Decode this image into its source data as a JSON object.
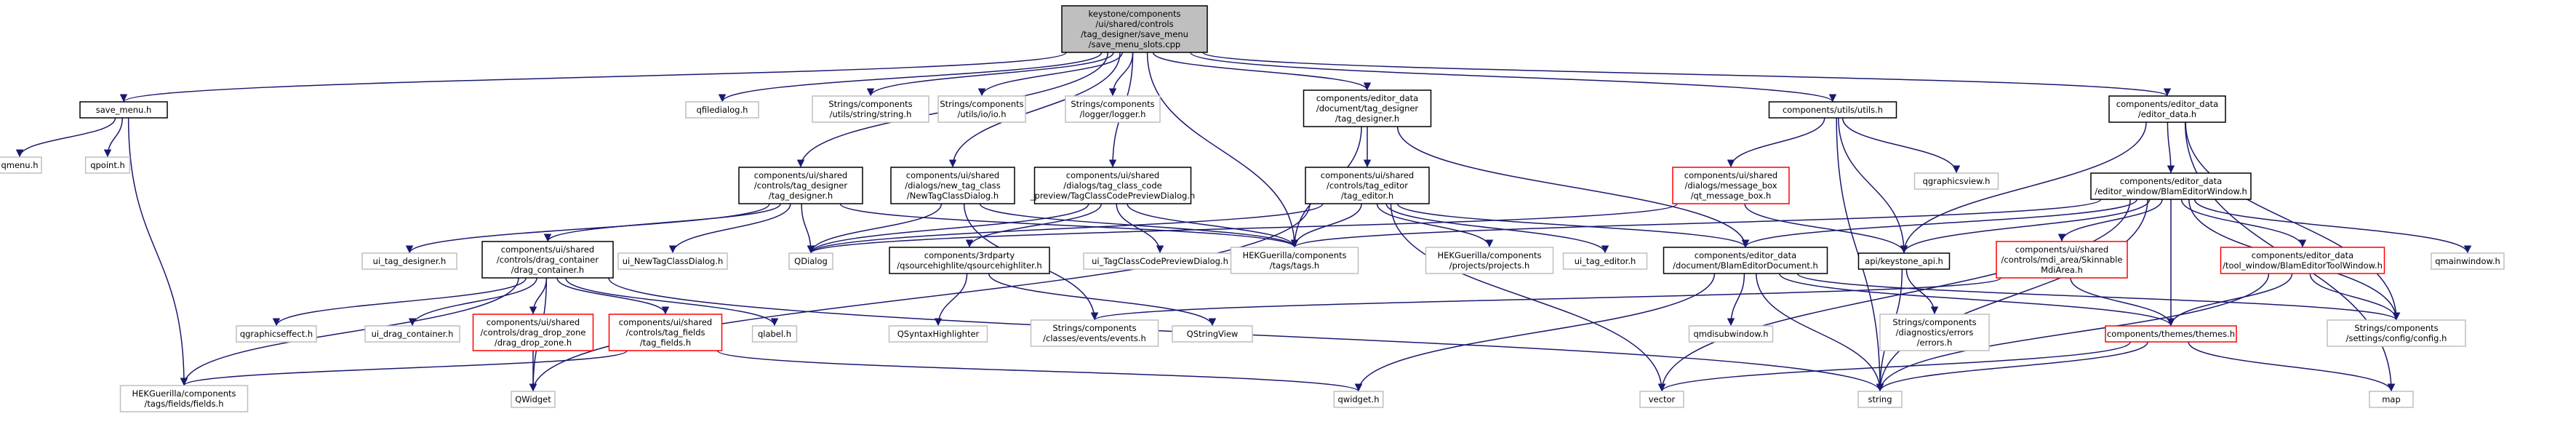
{
  "graph": {
    "nodes": [
      {
        "id": "root",
        "kind": "root",
        "label": [
          "keystone/components",
          "/ui/shared/controls",
          "/tag_designer/save_menu",
          "/save_menu_slots.cpp"
        ]
      },
      {
        "id": "save_menu",
        "kind": "normal",
        "label": [
          "save_menu.h"
        ]
      },
      {
        "id": "qfiledialog",
        "kind": "external",
        "label": [
          "qfiledialog.h"
        ]
      },
      {
        "id": "string_h",
        "kind": "external",
        "label": [
          "Strings/components",
          "/utils/string/string.h"
        ]
      },
      {
        "id": "io_h",
        "kind": "external",
        "label": [
          "Strings/components",
          "/utils/io/io.h"
        ]
      },
      {
        "id": "logger_h",
        "kind": "external",
        "label": [
          "Strings/components",
          "/logger/logger.h"
        ]
      },
      {
        "id": "ed_tag_designer",
        "kind": "normal",
        "label": [
          "components/editor_data",
          "/document/tag_designer",
          "/tag_designer.h"
        ]
      },
      {
        "id": "utils_h",
        "kind": "normal",
        "label": [
          "components/utils/utils.h"
        ]
      },
      {
        "id": "editor_data_h",
        "kind": "normal",
        "label": [
          "components/editor_data",
          "/editor_data.h"
        ]
      },
      {
        "id": "qmenu",
        "kind": "external",
        "label": [
          "qmenu.h"
        ]
      },
      {
        "id": "qpoint",
        "kind": "external",
        "label": [
          "qpoint.h"
        ]
      },
      {
        "id": "ui_tag_designer_h",
        "kind": "normal",
        "label": [
          "components/ui/shared",
          "/controls/tag_designer",
          "/tag_designer.h"
        ]
      },
      {
        "id": "new_tag_dialog",
        "kind": "normal",
        "label": [
          "components/ui/shared",
          "/dialogs/new_tag_class",
          "/NewTagClassDialog.h"
        ]
      },
      {
        "id": "preview_dialog",
        "kind": "normal",
        "label": [
          "components/ui/shared",
          "/dialogs/tag_class_code",
          "_preview/TagClassCodePreviewDialog.h"
        ]
      },
      {
        "id": "tag_editor_h",
        "kind": "normal",
        "label": [
          "components/ui/shared",
          "/controls/tag_editor",
          "/tag_editor.h"
        ]
      },
      {
        "id": "message_box",
        "kind": "red",
        "label": [
          "components/ui/shared",
          "/dialogs/message_box",
          "/qt_message_box.h"
        ]
      },
      {
        "id": "qgraphicsview",
        "kind": "external",
        "label": [
          "qgraphicsview.h"
        ]
      },
      {
        "id": "blam_window",
        "kind": "normal",
        "label": [
          "components/editor_data",
          "/editor_window/BlamEditorWindow.h"
        ]
      },
      {
        "id": "ui_tag_designer",
        "kind": "external",
        "label": [
          "ui_tag_designer.h"
        ]
      },
      {
        "id": "drag_container",
        "kind": "normal",
        "label": [
          "components/ui/shared",
          "/controls/drag_container",
          "/drag_container.h"
        ]
      },
      {
        "id": "ui_newtag",
        "kind": "external",
        "label": [
          "ui_NewTagClassDialog.h"
        ]
      },
      {
        "id": "qdialog",
        "kind": "external",
        "label": [
          "QDialog"
        ]
      },
      {
        "id": "qsource_hl",
        "kind": "normal",
        "label": [
          "components/3rdparty",
          "/qsourcehighlite/qsourcehighliter.h"
        ]
      },
      {
        "id": "ui_preview",
        "kind": "external",
        "label": [
          "ui_TagClassCodePreviewDialog.h"
        ]
      },
      {
        "id": "tags_h",
        "kind": "external",
        "label": [
          "HEKGuerilla/components",
          "/tags/tags.h"
        ]
      },
      {
        "id": "projects_h",
        "kind": "external",
        "label": [
          "HEKGuerilla/components",
          "/projects/projects.h"
        ]
      },
      {
        "id": "ui_tag_editor",
        "kind": "external",
        "label": [
          "ui_tag_editor.h"
        ]
      },
      {
        "id": "blam_doc",
        "kind": "normal",
        "label": [
          "components/editor_data",
          "/document/BlamEditorDocument.h"
        ]
      },
      {
        "id": "keystone_api",
        "kind": "normal",
        "label": [
          "api/keystone_api.h"
        ]
      },
      {
        "id": "skinnable",
        "kind": "red",
        "label": [
          "components/ui/shared",
          "/controls/mdi_area/Skinnable",
          "MdiArea.h"
        ]
      },
      {
        "id": "tool_window",
        "kind": "red",
        "label": [
          "components/editor_data",
          "/tool_window/BlamEditorToolWindow.h"
        ]
      },
      {
        "id": "qmainwindow",
        "kind": "external",
        "label": [
          "qmainwindow.h"
        ]
      },
      {
        "id": "qgraphicseffect",
        "kind": "external",
        "label": [
          "qgraphicseffect.h"
        ]
      },
      {
        "id": "ui_drag_container",
        "kind": "external",
        "label": [
          "ui_drag_container.h"
        ]
      },
      {
        "id": "drag_drop_zone",
        "kind": "red",
        "label": [
          "components/ui/shared",
          "/controls/drag_drop_zone",
          "/drag_drop_zone.h"
        ]
      },
      {
        "id": "tag_fields",
        "kind": "red",
        "label": [
          "components/ui/shared",
          "/controls/tag_fields",
          "/tag_fields.h"
        ]
      },
      {
        "id": "qlabel",
        "kind": "external",
        "label": [
          "qlabel.h"
        ]
      },
      {
        "id": "qsyntax",
        "kind": "external",
        "label": [
          "QSyntaxHighlighter"
        ]
      },
      {
        "id": "events_h",
        "kind": "external",
        "label": [
          "Strings/components",
          "/classes/events/events.h"
        ]
      },
      {
        "id": "qstringview",
        "kind": "external",
        "label": [
          "QStringView"
        ]
      },
      {
        "id": "qmdisub",
        "kind": "external",
        "label": [
          "qmdisubwindow.h"
        ]
      },
      {
        "id": "errors_h",
        "kind": "external",
        "label": [
          "Strings/components",
          "/diagnostics/errors",
          "/errors.h"
        ]
      },
      {
        "id": "themes_h",
        "kind": "red",
        "label": [
          "components/themes/themes.h"
        ]
      },
      {
        "id": "config_h",
        "kind": "external",
        "label": [
          "Strings/components",
          "/settings/config/config.h"
        ]
      },
      {
        "id": "fields_h",
        "kind": "external",
        "label": [
          "HEKGuerilla/components",
          "/tags/fields/fields.h"
        ]
      },
      {
        "id": "qwidget_cap",
        "kind": "external",
        "label": [
          "QWidget"
        ]
      },
      {
        "id": "qwidget_h",
        "kind": "external",
        "label": [
          "qwidget.h"
        ]
      },
      {
        "id": "vector",
        "kind": "external",
        "label": [
          "vector"
        ]
      },
      {
        "id": "string",
        "kind": "external",
        "label": [
          "string"
        ]
      },
      {
        "id": "map",
        "kind": "external",
        "label": [
          "map"
        ]
      }
    ],
    "edges": [
      [
        "root",
        "save_menu"
      ],
      [
        "root",
        "qfiledialog"
      ],
      [
        "root",
        "string_h"
      ],
      [
        "root",
        "io_h"
      ],
      [
        "root",
        "logger_h"
      ],
      [
        "root",
        "ed_tag_designer"
      ],
      [
        "root",
        "utils_h"
      ],
      [
        "root",
        "editor_data_h"
      ],
      [
        "root",
        "ui_tag_designer_h"
      ],
      [
        "root",
        "new_tag_dialog"
      ],
      [
        "root",
        "preview_dialog"
      ],
      [
        "root",
        "tags_h"
      ],
      [
        "save_menu",
        "qmenu"
      ],
      [
        "save_menu",
        "qpoint"
      ],
      [
        "save_menu",
        "fields_h"
      ],
      [
        "ed_tag_designer",
        "tag_editor_h"
      ],
      [
        "ed_tag_designer",
        "tags_h"
      ],
      [
        "ed_tag_designer",
        "blam_doc"
      ],
      [
        "utils_h",
        "message_box"
      ],
      [
        "utils_h",
        "qgraphicsview"
      ],
      [
        "utils_h",
        "keystone_api"
      ],
      [
        "utils_h",
        "string"
      ],
      [
        "editor_data_h",
        "blam_window"
      ],
      [
        "editor_data_h",
        "keystone_api"
      ],
      [
        "editor_data_h",
        "config_h"
      ],
      [
        "editor_data_h",
        "map"
      ],
      [
        "ui_tag_designer_h",
        "ui_tag_designer"
      ],
      [
        "ui_tag_designer_h",
        "drag_container"
      ],
      [
        "ui_tag_designer_h",
        "ui_newtag"
      ],
      [
        "ui_tag_designer_h",
        "qdialog"
      ],
      [
        "ui_tag_designer_h",
        "tags_h"
      ],
      [
        "new_tag_dialog",
        "qdialog"
      ],
      [
        "new_tag_dialog",
        "tags_h"
      ],
      [
        "new_tag_dialog",
        "events_h"
      ],
      [
        "preview_dialog",
        "qsource_hl"
      ],
      [
        "preview_dialog",
        "ui_preview"
      ],
      [
        "preview_dialog",
        "qdialog"
      ],
      [
        "preview_dialog",
        "tags_h"
      ],
      [
        "tag_editor_h",
        "projects_h"
      ],
      [
        "tag_editor_h",
        "ui_tag_editor"
      ],
      [
        "tag_editor_h",
        "blam_doc"
      ],
      [
        "tag_editor_h",
        "qwidget_cap"
      ],
      [
        "tag_editor_h",
        "tags_h"
      ],
      [
        "tag_editor_h",
        "vector"
      ],
      [
        "tag_editor_h",
        "qdialog"
      ],
      [
        "message_box",
        "qdialog"
      ],
      [
        "message_box",
        "keystone_api"
      ],
      [
        "blam_window",
        "tags_h"
      ],
      [
        "blam_window",
        "blam_doc"
      ],
      [
        "blam_window",
        "keystone_api"
      ],
      [
        "blam_window",
        "skinnable"
      ],
      [
        "blam_window",
        "tool_window"
      ],
      [
        "blam_window",
        "qmainwindow"
      ],
      [
        "blam_window",
        "themes_h"
      ],
      [
        "blam_window",
        "config_h"
      ],
      [
        "blam_window",
        "string"
      ],
      [
        "blam_window",
        "vector"
      ],
      [
        "drag_container",
        "qgraphicseffect"
      ],
      [
        "drag_container",
        "ui_drag_container"
      ],
      [
        "drag_container",
        "drag_drop_zone"
      ],
      [
        "drag_container",
        "tag_fields"
      ],
      [
        "drag_container",
        "qlabel"
      ],
      [
        "drag_container",
        "qwidget_cap"
      ],
      [
        "drag_container",
        "fields_h"
      ],
      [
        "drag_container",
        "string"
      ],
      [
        "qsource_hl",
        "qsyntax"
      ],
      [
        "qsource_hl",
        "qstringview"
      ],
      [
        "blam_doc",
        "qmdisub"
      ],
      [
        "blam_doc",
        "themes_h"
      ],
      [
        "blam_doc",
        "config_h"
      ],
      [
        "blam_doc",
        "qwidget_h"
      ],
      [
        "blam_doc",
        "string"
      ],
      [
        "keystone_api",
        "errors_h"
      ],
      [
        "keystone_api",
        "string"
      ],
      [
        "skinnable",
        "themes_h"
      ],
      [
        "skinnable",
        "events_h"
      ],
      [
        "tool_window",
        "themes_h"
      ],
      [
        "tool_window",
        "config_h"
      ],
      [
        "tool_window",
        "string"
      ],
      [
        "themes_h",
        "vector"
      ],
      [
        "themes_h",
        "string"
      ],
      [
        "themes_h",
        "map"
      ],
      [
        "drag_drop_zone",
        "qwidget_cap"
      ],
      [
        "tag_fields",
        "fields_h"
      ],
      [
        "tag_fields",
        "qwidget_h"
      ]
    ]
  }
}
